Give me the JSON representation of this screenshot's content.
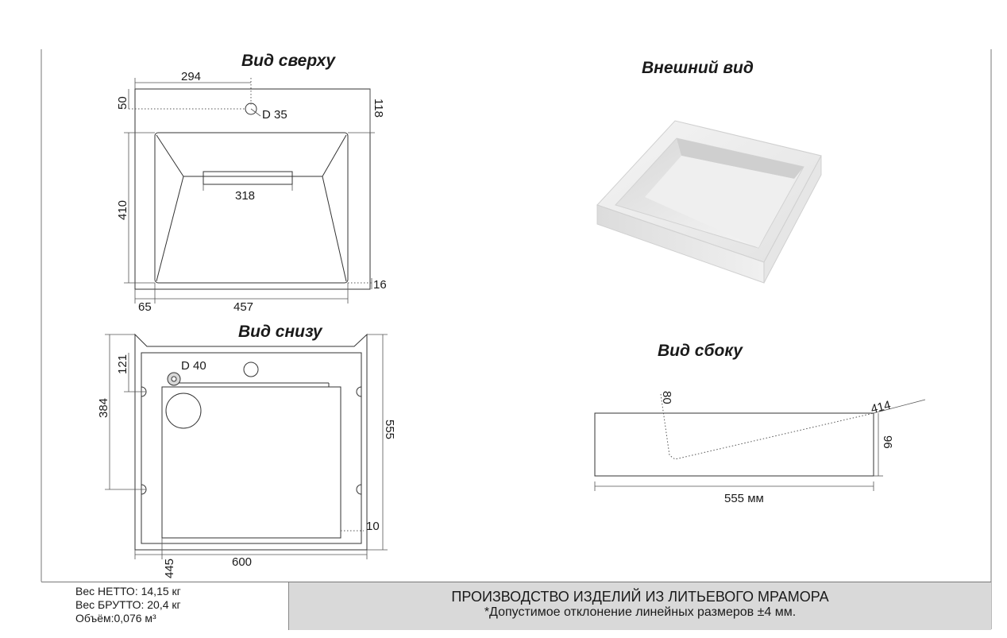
{
  "views": {
    "top": "Вид сверху",
    "exterior": "Внешний вид",
    "bottom": "Вид снизу",
    "side": "Вид сбоку"
  },
  "top_dims": {
    "d294": "294",
    "d50": "50",
    "d118": "118",
    "hole": "D 35",
    "d318": "318",
    "d410": "410",
    "d16": "16",
    "d65": "65",
    "d457": "457"
  },
  "bottom_dims": {
    "d121": "121",
    "hole": "D 40",
    "d384": "384",
    "d555": "555",
    "d10": "10",
    "d445": "445",
    "d600": "600"
  },
  "side_dims": {
    "d80": "80",
    "d414": "414",
    "d96": "96",
    "d555": "555 мм"
  },
  "specs": [
    "Вес НЕТТО: 14,15 кг",
    "Вес БРУТТО: 20,4 кг",
    "Объём:0,076 м³"
  ],
  "production": {
    "line1": "ПРОИЗВОДСТВО ИЗДЕЛИЙ ИЗ ЛИТЬЕВОГО МРАМОРА",
    "line2": "*Допустимое отклонение линейных размеров ±4 мм."
  }
}
